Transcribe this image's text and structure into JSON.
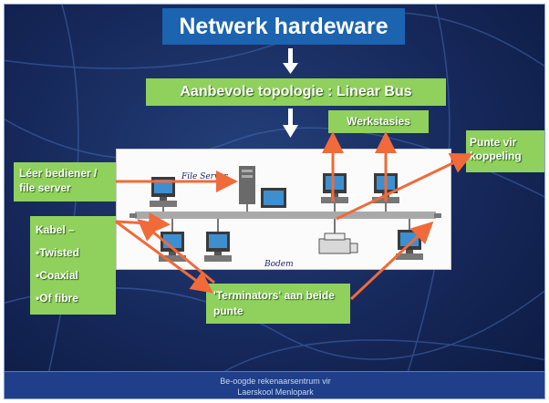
{
  "slide": {
    "title": "Netwerk hardeware",
    "topology": "Aanbevole topologie  :  Linear Bus",
    "workstations": "Werkstasies",
    "connection_points": "Punte vir koppeling",
    "server_label": "Léer bediener / file server",
    "cable_heading": "Kabel –",
    "cable_types": [
      "•Twisted",
      "•Coaxial",
      "•Of fibre"
    ],
    "terminators": "'Terminators' aan beide punte",
    "diagram_labels": {
      "server": "File Server",
      "cable": "Bodem"
    },
    "footer_line1": "Be-oogde rekenaarsentrum vir",
    "footer_line2": "Laerskool Menlopark"
  },
  "colors": {
    "background": "#16285a",
    "title_box": "#1c63b0",
    "label_box": "#8fd15c",
    "arrow": "#f06a3a",
    "white_arrow": "#ffffff"
  }
}
